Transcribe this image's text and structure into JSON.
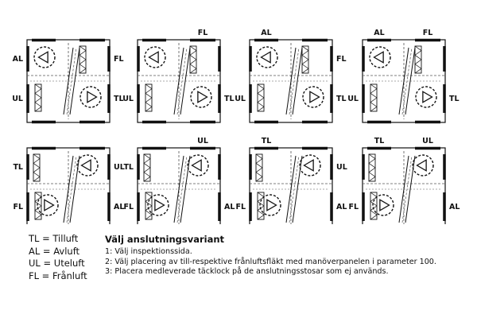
{
  "colors": {
    "line": "#111111",
    "dashed": "#555555",
    "background": "#ffffff"
  },
  "diagram": {
    "variants": [
      {
        "id": 1,
        "fans": {
          "upper": "left",
          "lower": "right"
        },
        "ports": {
          "left-upper": "AL",
          "left-lower": "UL",
          "right-upper": "FL",
          "right-lower": "TL"
        },
        "top_labels": []
      },
      {
        "id": 2,
        "fans": {
          "upper": "left",
          "lower": "right"
        },
        "ports": {
          "left-upper": "",
          "left-lower": "UL",
          "right-upper": "",
          "right-lower": "TL"
        },
        "top_labels": [
          {
            "pos": "top-right",
            "text": "FL"
          }
        ]
      },
      {
        "id": 3,
        "fans": {
          "upper": "left",
          "lower": "right"
        },
        "ports": {
          "left-upper": "",
          "left-lower": "UL",
          "right-upper": "FL",
          "right-lower": "TL"
        },
        "top_labels": [
          {
            "pos": "top-left",
            "text": "AL"
          }
        ]
      },
      {
        "id": 4,
        "fans": {
          "upper": "left",
          "lower": "right"
        },
        "ports": {
          "left-upper": "",
          "left-lower": "UL",
          "right-upper": "",
          "right-lower": "TL"
        },
        "top_labels": [
          {
            "pos": "top-left",
            "text": "AL"
          },
          {
            "pos": "top-right",
            "text": "FL"
          }
        ]
      },
      {
        "id": 5,
        "fans": {
          "upper": "right",
          "lower": "left"
        },
        "ports": {
          "left-upper": "TL",
          "left-lower": "FL",
          "right-upper": "UL",
          "right-lower": "AL"
        },
        "top_labels": []
      },
      {
        "id": 6,
        "fans": {
          "upper": "right",
          "lower": "left"
        },
        "ports": {
          "left-upper": "TL",
          "left-lower": "FL",
          "right-upper": "",
          "right-lower": "AL"
        },
        "top_labels": [
          {
            "pos": "top-right",
            "text": "UL"
          }
        ]
      },
      {
        "id": 7,
        "fans": {
          "upper": "right",
          "lower": "left"
        },
        "ports": {
          "left-upper": "",
          "left-lower": "FL",
          "right-upper": "UL",
          "right-lower": "AL"
        },
        "top_labels": [
          {
            "pos": "top-left",
            "text": "TL"
          }
        ]
      },
      {
        "id": 8,
        "fans": {
          "upper": "right",
          "lower": "left"
        },
        "ports": {
          "left-upper": "",
          "left-lower": "FL",
          "right-upper": "",
          "right-lower": "AL"
        },
        "top_labels": [
          {
            "pos": "top-left",
            "text": "TL"
          },
          {
            "pos": "top-right",
            "text": "UL"
          }
        ]
      }
    ]
  },
  "legend": {
    "items": [
      "TL = Tilluft",
      "AL = Avluft",
      "UL = Uteluft",
      "FL = Frånluft"
    ]
  },
  "instructions": {
    "title": "Välj anslutningsvariant",
    "steps": [
      "1: Välj inspektionssida.",
      "2: Välj placering av till-respektive frånluftsfläkt med manöverpanelen i parameter 100.",
      "3: Placera medleverade täcklock på de anslutningsstosar som ej används."
    ]
  }
}
